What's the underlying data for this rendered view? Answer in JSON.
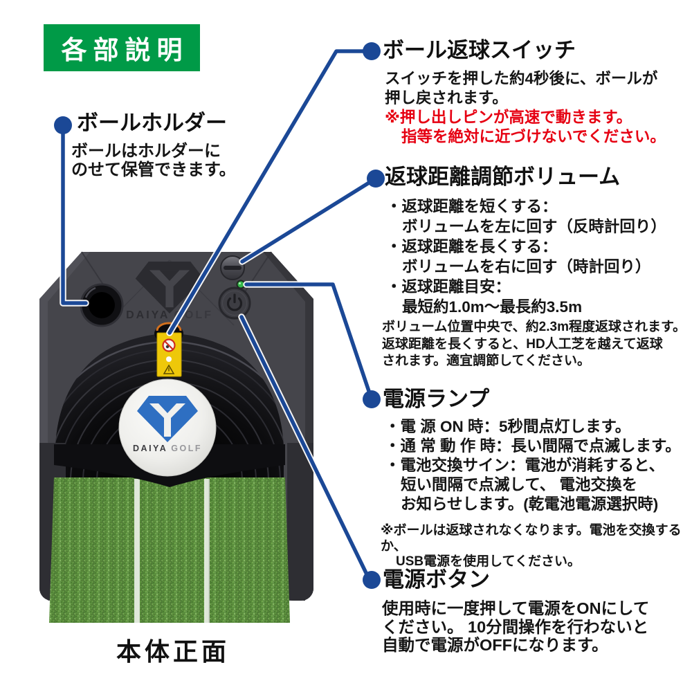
{
  "header": {
    "badge": "各部説明"
  },
  "caption": "本体正面",
  "colors": {
    "badge_green": "#009a47",
    "connector_blue": "#1b4896",
    "warning_red": "#e60012",
    "ball_logo_blue": "#2e6fc2",
    "turf_green": "#5b8f3e",
    "label_yellow": "#eec80a"
  },
  "annotations": {
    "ball_holder": {
      "title": "ボールホルダー",
      "lines": [
        "ボールはホルダーに",
        "のせて保管できます。"
      ]
    },
    "return_switch": {
      "title": "ボール返球スイッチ",
      "lines": [
        "スイッチを押した約4秒後に、ボールが",
        "押し戻されます。"
      ],
      "warning": [
        "※押し出しピンが高速で動きます。",
        "指等を絶対に近づけないでください。"
      ]
    },
    "distance_volume": {
      "title": "返球距離調節ボリューム",
      "bullets": [
        {
          "lines": [
            "・返球距離を短くする：",
            "ボリュームを左に回す（反時計回り）"
          ]
        },
        {
          "lines": [
            "・返球距離を長くする：",
            "ボリュームを右に回す（時計回り）"
          ]
        },
        {
          "lines": [
            "・返球距離目安：",
            "最短約1.0m〜最長約3.5m"
          ]
        }
      ],
      "note": [
        "ボリューム位置中央で、約2.3m程度返球されます。",
        "返球距離を長くすると、HD人工芝を越えて返球",
        "されます。適宜調節してください。"
      ]
    },
    "power_lamp": {
      "title": "電源ランプ",
      "bullets": [
        {
          "lines": [
            "・電 源 ON 時：5秒間点灯します。"
          ]
        },
        {
          "lines": [
            "・通 常 動 作 時：長い間隔で点滅します。"
          ]
        },
        {
          "lines": [
            "・電池交換サイン：電池が消耗すると、",
            "短い間隔で点滅して、 電池交換を",
            "お知らせします。(乾電池電源選択時)"
          ]
        }
      ],
      "note": [
        "※ボールは返球されなくなります。電池を交換するか、",
        "USB電源を使用してください。"
      ]
    },
    "power_button": {
      "title": "電源ボタン",
      "lines": [
        "使用時に一度押して電源をONにして",
        "ください。 10分間操作を行わないと",
        "自動で電源がOFFになります。"
      ]
    }
  },
  "device": {
    "brand_primary": "DAIYA",
    "brand_secondary": "GOLF"
  }
}
